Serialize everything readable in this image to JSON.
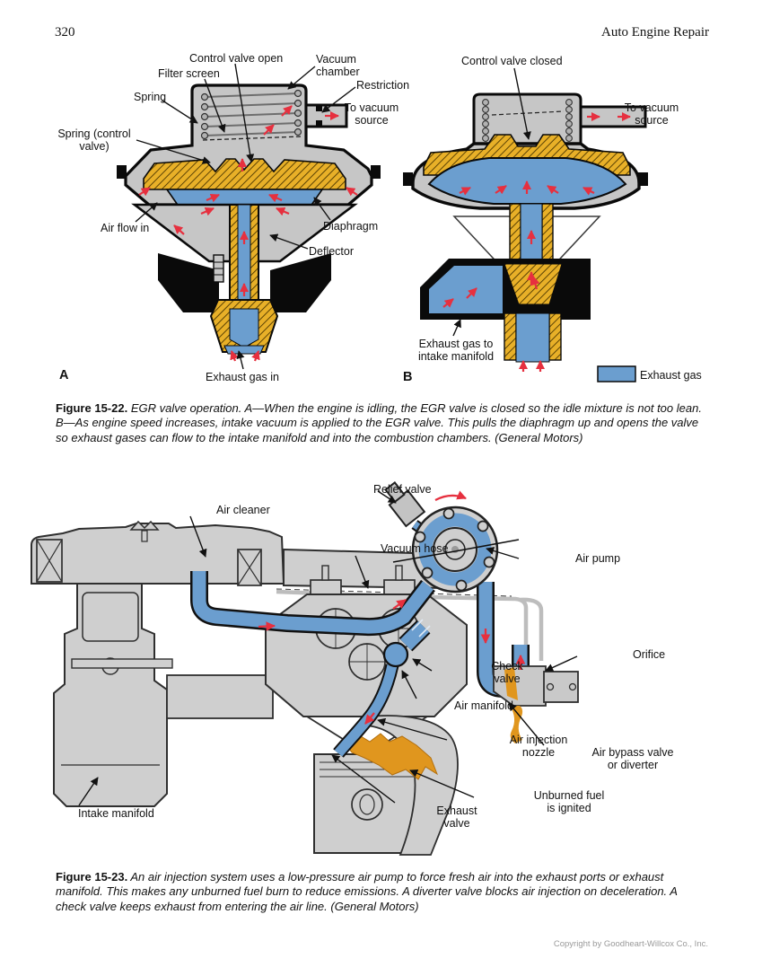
{
  "page": {
    "number": "320",
    "header_title": "Auto Engine Repair",
    "footer": "Copyright by Goodheart-Willcox Co., Inc."
  },
  "colors": {
    "exhaust_gas_blue": "#6b9ecf",
    "hatch_gold": "#e8b028",
    "body_gray": "#c6c6c6",
    "arrow_red": "#e6303f",
    "flame_orange": "#e0961e"
  },
  "figure22": {
    "panel_a_letter": "A",
    "panel_b_letter": "B",
    "labels": {
      "control_valve_open": "Control valve open",
      "filter_screen": "Filter screen",
      "spring": "Spring",
      "vacuum_chamber": "Vacuum chamber",
      "restriction": "Restriction",
      "to_vacuum_source_a": "To vacuum source",
      "spring_control_valve": "Spring (control valve)",
      "air_flow_in": "Air flow in",
      "diaphragm": "Diaphragm",
      "deflector": "Deflector",
      "exhaust_gas_in": "Exhaust gas in",
      "control_valve_closed": "Control valve closed",
      "to_vacuum_source_b": "To vacuum source",
      "exhaust_gas_to_intake_manifold": "Exhaust gas to intake manifold"
    },
    "legend": {
      "label": "Exhaust gas"
    },
    "caption_lead": "Figure 15-22.",
    "caption_body": " EGR valve operation. A—When the engine is idling, the EGR valve is closed so the idle mixture is not too lean. B—As engine speed increases, intake vacuum is applied to the EGR valve. This pulls the diaphragm up and opens the valve so exhaust gases can flow to the intake manifold and into the combustion chambers. (General Motors)"
  },
  "figure23": {
    "labels": {
      "relief_valve": "Relief valve",
      "air_cleaner": "Air cleaner",
      "vacuum_hose": "Vacuum hose",
      "air_pump": "Air pump",
      "orifice": "Orifice",
      "check_valve": "Check valve",
      "air_manifold": "Air manifold",
      "air_injection_nozzle": "Air injection nozzle",
      "air_bypass_valve": "Air bypass valve or diverter",
      "unburned_fuel": "Unburned fuel is ignited",
      "intake_manifold": "Intake manifold",
      "exhaust_valve": "Exhaust valve"
    },
    "caption_lead": "Figure 15-23.",
    "caption_body": " An air injection system uses a low-pressure air pump to force fresh air into the exhaust ports or exhaust manifold. This makes any unburned fuel burn to reduce emissions. A diverter valve blocks air injection on deceleration. A check valve keeps exhaust from entering the air line. (General Motors)"
  }
}
